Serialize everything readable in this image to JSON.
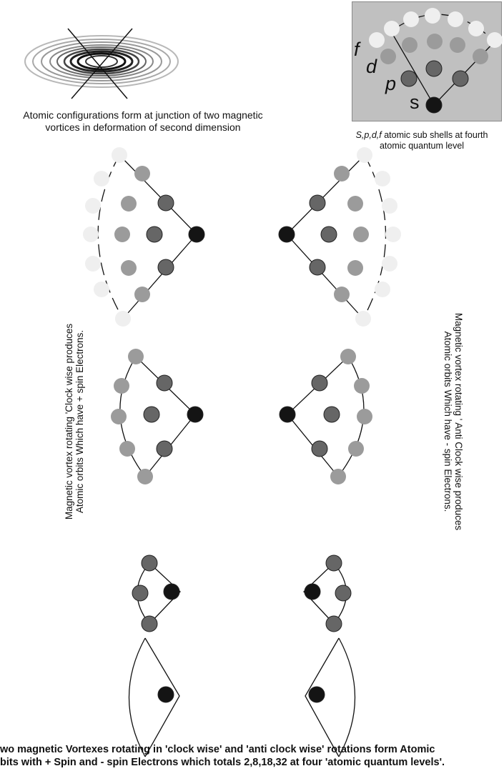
{
  "captions": {
    "vortex_caption_line1": "Atomic configurations form at junction of two magnetic",
    "vortex_caption_line2": "vortices in deformation of second dimension",
    "subshell_caption_line1": "S,p,d,f",
    "subshell_caption_line1_rest": " atomic sub shells at fourth",
    "subshell_caption_line2": "atomic quantum level",
    "left_side_line1": "Magnetic vortex rotating 'Clock wise produces",
    "left_side_line2": "Atomic orbits Which have + spin Electrons.",
    "right_side_line1": "Magnetic vortex rotating ' Anti Clock wise produces",
    "right_side_line2": "Atomic orbits Which have - spin Electrons.",
    "footer_line1": "wo magnetic Vortexes rotating in 'clock wise' and 'anti clock wise' rotations  form Atomic",
    "footer_line2": "bits with + Spin and - spin Electrons which totals 2,8,18,32 at four 'atomic quantum levels'."
  },
  "subshell_labels": {
    "f": "f",
    "d": "d",
    "p": "p",
    "s": "s"
  },
  "colors": {
    "s_electron": "#141414",
    "p_electron": "#666666",
    "d_electron": "#9b9b9b",
    "f_electron": "#efefef",
    "inset_background": "#c0c0c0"
  },
  "levels": [
    {
      "level": 4,
      "electrons": 32,
      "shells": [
        "s",
        "p",
        "d",
        "f"
      ]
    },
    {
      "level": 3,
      "electrons": 18,
      "shells": [
        "s",
        "p",
        "d"
      ]
    },
    {
      "level": 2,
      "electrons": 8,
      "shells": [
        "s",
        "p"
      ]
    },
    {
      "level": 1,
      "electrons": 2,
      "shells": [
        "s"
      ]
    }
  ]
}
